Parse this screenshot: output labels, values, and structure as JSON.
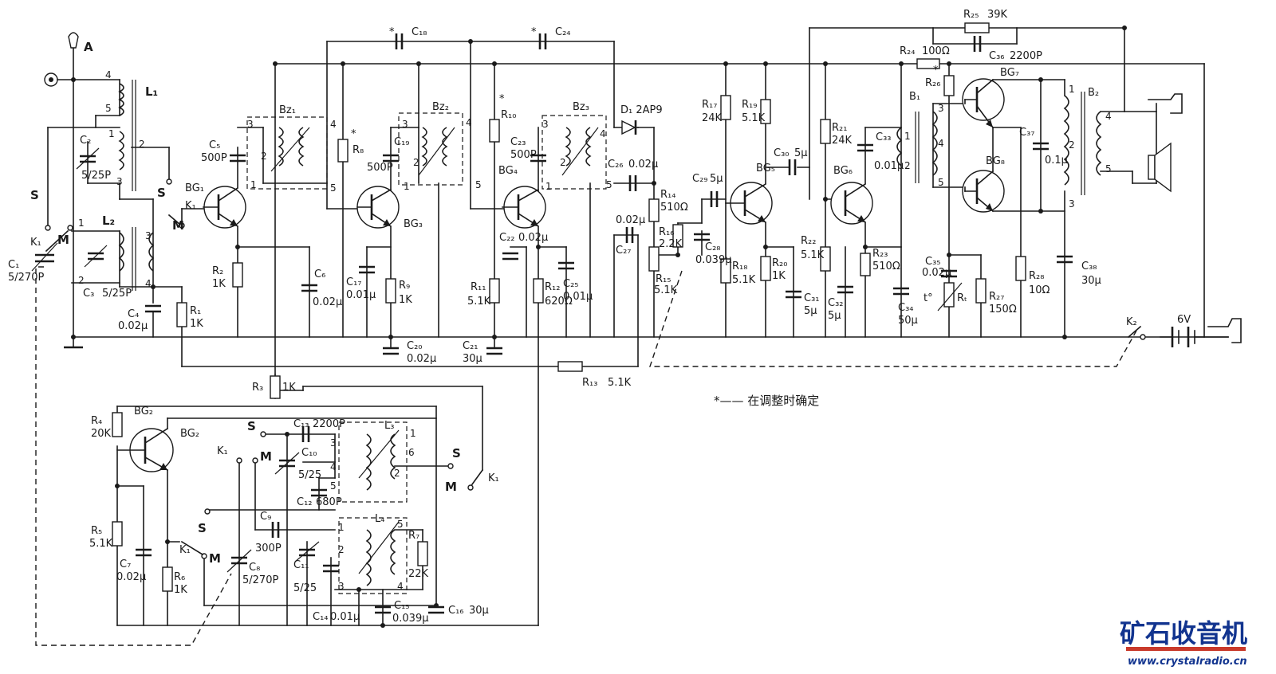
{
  "schematic": {
    "inputs": {
      "antenna": "A",
      "band_s": "S",
      "band_m": "M"
    },
    "switches": {
      "k1": "K₁",
      "k2": "K₂"
    },
    "coils": {
      "l1": "L₁",
      "l2": "L₂",
      "l3": "L₃",
      "l4": "L₄"
    },
    "if_transformers": {
      "bz1": "Bz₁",
      "bz2": "Bz₂",
      "bz3": "Bz₃"
    },
    "audio_transformers": {
      "b1": "B₁",
      "b2": "B₂"
    },
    "transistors": {
      "bg1": "BG₁",
      "bg2": "BG₂",
      "bg3": "BG₃",
      "bg4": "BG₄",
      "bg5": "BG₅",
      "bg6": "BG₆",
      "bg7": "BG₇",
      "bg8": "BG₈"
    },
    "diode": "D₁ 2AP9",
    "thermistor": "Rₜ",
    "thermistor_mark": "t°",
    "battery": "6V",
    "star": "*",
    "resistors": {
      "r1": [
        "R₁",
        "1K"
      ],
      "r2": [
        "R₂",
        "1K"
      ],
      "r3": [
        "R₃",
        "1K"
      ],
      "r4": [
        "R₄",
        "20K"
      ],
      "r5": [
        "R₅",
        "5.1K"
      ],
      "r6": [
        "R₆",
        "1K"
      ],
      "r7": [
        "R₇",
        "22K"
      ],
      "r8": [
        "R₈",
        ""
      ],
      "r9": [
        "R₉",
        "1K"
      ],
      "r10": [
        "R₁₀",
        ""
      ],
      "r11": [
        "R₁₁",
        "5.1K"
      ],
      "r12": [
        "R₁₂",
        "620Ω"
      ],
      "r13": [
        "R₁₃",
        "5.1K"
      ],
      "r14": [
        "R₁₄",
        "510Ω"
      ],
      "r15": [
        "R₁₅",
        "5.1K"
      ],
      "r16": [
        "R₁₆",
        "2.2K"
      ],
      "r17": [
        "R₁₇",
        "24K"
      ],
      "r18": [
        "R₁₈",
        "5.1K"
      ],
      "r19": [
        "R₁₉",
        "5.1K"
      ],
      "r20": [
        "R₂₀",
        "1K"
      ],
      "r21": [
        "R₂₁",
        "24K"
      ],
      "r22": [
        "R₂₂",
        "5.1K"
      ],
      "r23": [
        "R₂₃",
        "510Ω"
      ],
      "r24": [
        "R₂₄",
        "100Ω"
      ],
      "r25": [
        "R₂₅",
        "39K"
      ],
      "r26": [
        "R₂₆",
        ""
      ],
      "r27": [
        "R₂₇",
        "150Ω"
      ],
      "r28": [
        "R₂₈",
        "10Ω"
      ]
    },
    "capacitors": {
      "c1": [
        "C₁",
        "5/270P"
      ],
      "c2": [
        "C₂",
        "5/25P"
      ],
      "c3": [
        "C₃",
        "5/25P"
      ],
      "c4": [
        "C₄",
        "0.02μ"
      ],
      "c5": [
        "C₅",
        "500P"
      ],
      "c6": [
        "C₆",
        "0.02μ"
      ],
      "c7": [
        "C₇",
        "0.02μ"
      ],
      "c8": [
        "C₈",
        "5/270P"
      ],
      "c9": [
        "C₉",
        "300P"
      ],
      "c10": [
        "C₁₀",
        "5/25"
      ],
      "c11": [
        "C₁₁",
        "5/25"
      ],
      "c12": [
        "C₁₂",
        "680P"
      ],
      "c13": [
        "C₁₃",
        "2200P"
      ],
      "c14": [
        "C₁₄",
        "0.01μ"
      ],
      "c15": [
        "C₁₅",
        "0.039μ"
      ],
      "c16": [
        "C₁₆",
        "30μ"
      ],
      "c17": [
        "C₁₇",
        "0.01μ"
      ],
      "c18": [
        "C₁₈",
        ""
      ],
      "c19": [
        "C₁₉",
        "500P"
      ],
      "c20": [
        "C₂₀",
        "0.02μ"
      ],
      "c21": [
        "C₂₁",
        "30μ"
      ],
      "c22": [
        "C₂₂",
        "0.02μ"
      ],
      "c23": [
        "C₂₃",
        "500P"
      ],
      "c24": [
        "C₂₄",
        ""
      ],
      "c25": [
        "C₂₅",
        "0.01μ"
      ],
      "c26": [
        "C₂₆",
        "0.02μ"
      ],
      "c27": [
        "C₂₇",
        "0.02μ"
      ],
      "c28": [
        "C₂₈",
        "0.039μ"
      ],
      "c29": [
        "C₂₉",
        "5μ"
      ],
      "c30": [
        "C₃₀",
        "5μ"
      ],
      "c31": [
        "C₃₁",
        "5μ"
      ],
      "c32": [
        "C₃₂",
        "5μ"
      ],
      "c33": [
        "C₃₃",
        "0.01μ"
      ],
      "c34": [
        "C₃₄",
        "50μ"
      ],
      "c35": [
        "C₃₅",
        "0.02μ"
      ],
      "c36": [
        "C₃₆",
        "2200P"
      ],
      "c37": [
        "C₃₇",
        "0.1μ"
      ],
      "c38": [
        "C₃₈",
        "30μ"
      ]
    },
    "pins": {
      "p1": "1",
      "p2": "2",
      "p3": "3",
      "p4": "4",
      "p5": "5",
      "p6": "6"
    },
    "note": "*—— 在调整时确定"
  },
  "watermark": {
    "brand": "矿石收音机",
    "url": "www.crystalradio.cn",
    "bar_color": "#c93a2b",
    "text_color": "#12348f"
  }
}
